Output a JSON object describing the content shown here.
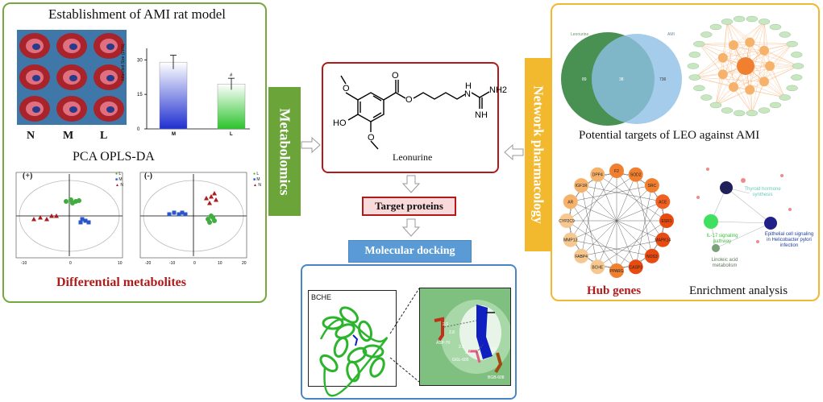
{
  "left": {
    "title": "Establishment of AMI rat model",
    "heart_labels": [
      "N",
      "M",
      "L"
    ],
    "bar_ylabel": "Infarcted Size (LV%)",
    "bar_ticks": [
      "30",
      "15",
      "0"
    ],
    "bar_star": "#",
    "pca_title": "PCA OPLS-DA",
    "plot_pos_tag": "(+)",
    "plot_neg_tag": "(-)",
    "legend": [
      "L",
      "M",
      "N"
    ],
    "plot_pos_xticks": [
      "-10",
      "0",
      "10"
    ],
    "plot_neg_xticks": [
      "-20",
      "-10",
      "0",
      "10",
      "20"
    ],
    "footer": "Differential metabolites",
    "colors": {
      "border": "#76a83f",
      "footer": "#b01a1a",
      "green": "#3fae3f",
      "blue": "#2a56c8",
      "red": "#b01a1a"
    }
  },
  "chart_data": {
    "type": "bar",
    "categories": [
      "M",
      "L"
    ],
    "values": [
      29,
      19.5
    ],
    "errors": [
      3,
      2.5
    ],
    "ylim": [
      0,
      35
    ],
    "ylabel": "Infarcted Size (LV%)",
    "annotations": [
      "#"
    ]
  },
  "tabs": {
    "metabolomics": "Metabolomics",
    "network": "Network pharmacology",
    "colors": {
      "metabolomics": "#6ba539",
      "network": "#f2b82e"
    }
  },
  "center": {
    "compound": "Leonurine",
    "atoms": {
      "o_top": "O",
      "o_ester": "O",
      "o_ether": "O",
      "ho": "HO",
      "nh_link": "H",
      "n_link": "N",
      "nh2": "NH2",
      "nh": "NH",
      "o_bottom": "O"
    },
    "target_label": "Target proteins",
    "docking_label": "Molecular docking",
    "colors": {
      "border": "#b01a1a",
      "target_fill": "#f9d9d9",
      "dock_fill": "#5b9bd5",
      "dock_border": "#4a86c6"
    }
  },
  "dock": {
    "protein": "BCHE",
    "residues": [
      "ASP-70",
      "GGL-605",
      "BGB-608"
    ],
    "distances": [
      "2.8",
      "2.7",
      "2.5",
      "3.3",
      "2.9"
    ]
  },
  "right": {
    "venn_left": "Leonurine",
    "venn_right": "AMI",
    "venn_left_count": "89",
    "venn_overlap": "38",
    "venn_right_count": "736",
    "caption_top": "Potential targets of LEO against AMI",
    "hub_genes": [
      "F2",
      "SOD2",
      "SRC",
      "ACE",
      "ESR1",
      "MAPK14",
      "NOS3",
      "CASP3",
      "PPARG",
      "BCHE",
      "FABP4",
      "MMP13",
      "CYP2C9",
      "AR",
      "IGF1R",
      "DPP4"
    ],
    "hub_caption": "Hub genes",
    "enrich_caption": "Enrichment analysis",
    "enrich_labels": [
      "Thyroid hormone synthesis",
      "IL-17 signaling pathway",
      "Epithelial cell signaling in Helicobacter pylori infection",
      "Linoleic acid metabolism"
    ],
    "colors": {
      "border": "#f2b82e",
      "hub_caption": "#b01a1a",
      "venn_left": "#3f8a4a",
      "venn_right": "#8ec0e6"
    }
  }
}
